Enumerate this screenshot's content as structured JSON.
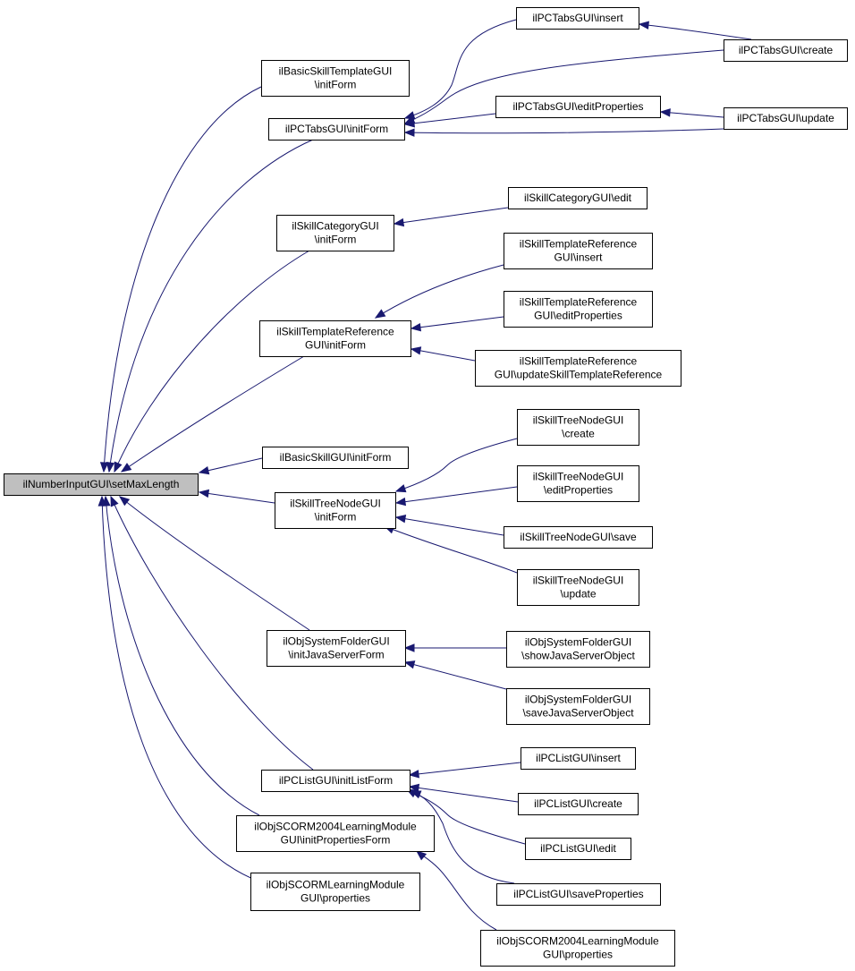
{
  "nodes": [
    {
      "id": "root",
      "lines": [
        "ilNumberInputGUI\\setMaxLength"
      ],
      "root": true
    },
    {
      "id": "basic_tpl",
      "lines": [
        "ilBasicSkillTemplateGUI",
        "\\initForm"
      ]
    },
    {
      "id": "pctabs_init",
      "lines": [
        "ilPCTabsGUI\\initForm"
      ]
    },
    {
      "id": "pctabs_insert",
      "lines": [
        "ilPCTabsGUI\\insert"
      ]
    },
    {
      "id": "pctabs_create",
      "lines": [
        "ilPCTabsGUI\\create"
      ]
    },
    {
      "id": "pctabs_editprops",
      "lines": [
        "ilPCTabsGUI\\editProperties"
      ]
    },
    {
      "id": "pctabs_update",
      "lines": [
        "ilPCTabsGUI\\update"
      ]
    },
    {
      "id": "skillcat_init",
      "lines": [
        "ilSkillCategoryGUI",
        "\\initForm"
      ]
    },
    {
      "id": "skillcat_edit",
      "lines": [
        "ilSkillCategoryGUI\\edit"
      ]
    },
    {
      "id": "str_init",
      "lines": [
        "ilSkillTemplateReference",
        "GUI\\initForm"
      ]
    },
    {
      "id": "str_insert",
      "lines": [
        "ilSkillTemplateReference",
        "GUI\\insert"
      ]
    },
    {
      "id": "str_editprops",
      "lines": [
        "ilSkillTemplateReference",
        "GUI\\editProperties"
      ]
    },
    {
      "id": "str_update",
      "lines": [
        "ilSkillTemplateReference",
        "GUI\\updateSkillTemplateReference"
      ]
    },
    {
      "id": "basicskill_init",
      "lines": [
        "ilBasicSkillGUI\\initForm"
      ]
    },
    {
      "id": "stn_init",
      "lines": [
        "ilSkillTreeNodeGUI",
        "\\initForm"
      ]
    },
    {
      "id": "stn_create",
      "lines": [
        "ilSkillTreeNodeGUI",
        "\\create"
      ]
    },
    {
      "id": "stn_editprops",
      "lines": [
        "ilSkillTreeNodeGUI",
        "\\editProperties"
      ]
    },
    {
      "id": "stn_save",
      "lines": [
        "ilSkillTreeNodeGUI\\save"
      ]
    },
    {
      "id": "stn_update",
      "lines": [
        "ilSkillTreeNodeGUI",
        "\\update"
      ]
    },
    {
      "id": "osf_init",
      "lines": [
        "ilObjSystemFolderGUI",
        "\\initJavaServerForm"
      ]
    },
    {
      "id": "osf_show",
      "lines": [
        "ilObjSystemFolderGUI",
        "\\showJavaServerObject"
      ]
    },
    {
      "id": "osf_save",
      "lines": [
        "ilObjSystemFolderGUI",
        "\\saveJavaServerObject"
      ]
    },
    {
      "id": "pclist_init",
      "lines": [
        "ilPCListGUI\\initListForm"
      ]
    },
    {
      "id": "pclist_insert",
      "lines": [
        "ilPCListGUI\\insert"
      ]
    },
    {
      "id": "pclist_create",
      "lines": [
        "ilPCListGUI\\create"
      ]
    },
    {
      "id": "pclist_edit",
      "lines": [
        "ilPCListGUI\\edit"
      ]
    },
    {
      "id": "pclist_saveprops",
      "lines": [
        "ilPCListGUI\\saveProperties"
      ]
    },
    {
      "id": "scorm2004_init",
      "lines": [
        "ilObjSCORM2004LearningModule",
        "GUI\\initPropertiesForm"
      ]
    },
    {
      "id": "scorm_props",
      "lines": [
        "ilObjSCORMLearningModule",
        "GUI\\properties"
      ]
    },
    {
      "id": "scorm2004_props",
      "lines": [
        "ilObjSCORM2004LearningModule",
        "GUI\\properties"
      ]
    }
  ],
  "edges": [
    {
      "from": "basic_tpl",
      "to": "root"
    },
    {
      "from": "pctabs_init",
      "to": "root"
    },
    {
      "from": "skillcat_init",
      "to": "root"
    },
    {
      "from": "str_init",
      "to": "root"
    },
    {
      "from": "basicskill_init",
      "to": "root"
    },
    {
      "from": "stn_init",
      "to": "root"
    },
    {
      "from": "osf_init",
      "to": "root"
    },
    {
      "from": "pclist_init",
      "to": "root"
    },
    {
      "from": "scorm2004_init",
      "to": "root"
    },
    {
      "from": "scorm_props",
      "to": "root"
    },
    {
      "from": "pctabs_insert",
      "to": "pctabs_init"
    },
    {
      "from": "pctabs_create",
      "to": "pctabs_init"
    },
    {
      "from": "pctabs_editprops",
      "to": "pctabs_init"
    },
    {
      "from": "pctabs_update",
      "to": "pctabs_init"
    },
    {
      "from": "pctabs_create",
      "to": "pctabs_insert"
    },
    {
      "from": "pctabs_update",
      "to": "pctabs_editprops"
    },
    {
      "from": "skillcat_edit",
      "to": "skillcat_init"
    },
    {
      "from": "str_insert",
      "to": "str_init"
    },
    {
      "from": "str_editprops",
      "to": "str_init"
    },
    {
      "from": "str_update",
      "to": "str_init"
    },
    {
      "from": "stn_create",
      "to": "stn_init"
    },
    {
      "from": "stn_editprops",
      "to": "stn_init"
    },
    {
      "from": "stn_save",
      "to": "stn_init"
    },
    {
      "from": "stn_update",
      "to": "stn_init"
    },
    {
      "from": "osf_show",
      "to": "osf_init"
    },
    {
      "from": "osf_save",
      "to": "osf_init"
    },
    {
      "from": "pclist_insert",
      "to": "pclist_init"
    },
    {
      "from": "pclist_create",
      "to": "pclist_init"
    },
    {
      "from": "pclist_edit",
      "to": "pclist_init"
    },
    {
      "from": "pclist_saveprops",
      "to": "pclist_init"
    },
    {
      "from": "scorm2004_props",
      "to": "scorm2004_init"
    }
  ],
  "colors": {
    "edge": "#191970",
    "root_fill": "#bfbfbf",
    "node_fill": "#ffffff",
    "border": "#000000"
  }
}
